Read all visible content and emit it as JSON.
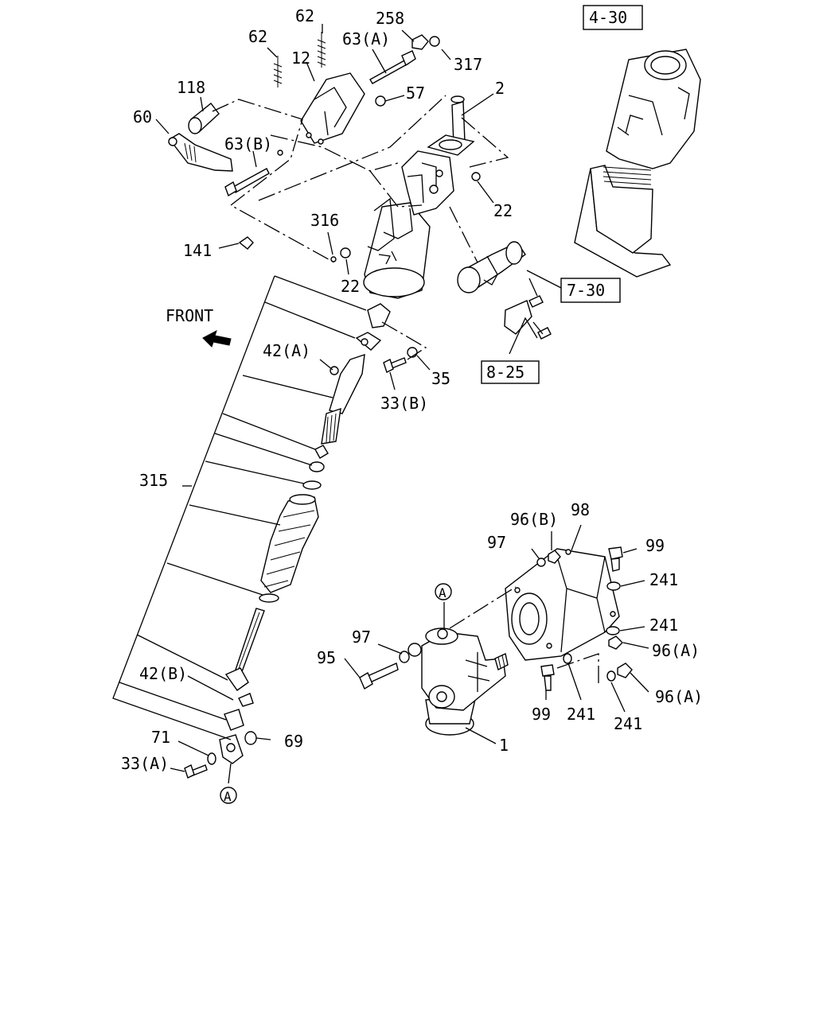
{
  "front_label": "FRONT",
  "ref_boxes": {
    "b430": "4-30",
    "b730": "7-30",
    "b825": "8-25"
  },
  "circle_marker": "A",
  "callouts": {
    "c62a": "62",
    "c62b": "62",
    "c258": "258",
    "c63a": "63(A)",
    "c317": "317",
    "c12": "12",
    "c57": "57",
    "c2": "2",
    "c118": "118",
    "c60": "60",
    "c63b": "63(B)",
    "c22a": "22",
    "c316": "316",
    "c141": "141",
    "c22b": "22",
    "c42a": "42(A)",
    "c35": "35",
    "c33b": "33(B)",
    "c315": "315",
    "c96b": "96(B)",
    "c98": "98",
    "c97a": "97",
    "c99a": "99",
    "c241a": "241",
    "c241b": "241",
    "c96a1": "96(A)",
    "c97b": "97",
    "c95": "95",
    "c42b": "42(B)",
    "c99b": "99",
    "c241c": "241",
    "c96a2": "96(A)",
    "c241d": "241",
    "c1": "1",
    "c71": "71",
    "c69": "69",
    "c33a": "33(A)"
  },
  "icons": {
    "direction": "arrow-front-icon",
    "marker": "circle-a-icon"
  }
}
